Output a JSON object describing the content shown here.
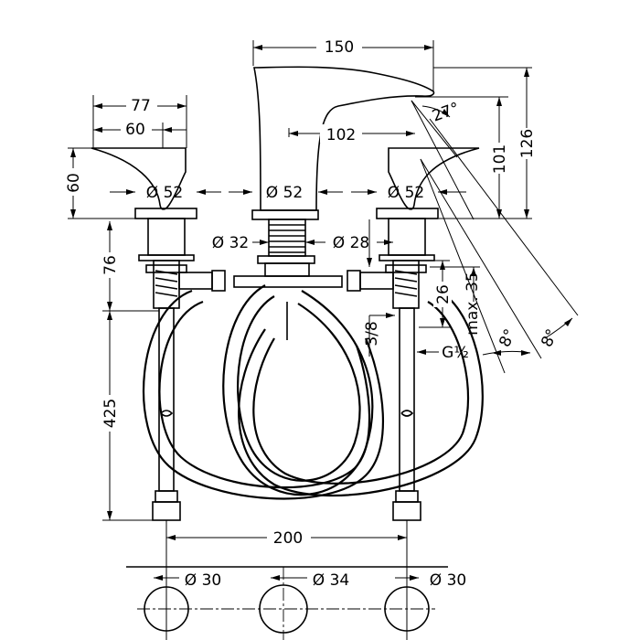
{
  "dimensions": {
    "spout_width": "150",
    "handle_length": "77",
    "handle_base": "60",
    "handle_height": "60",
    "spout_reach": "102",
    "spout_angle": "27°",
    "spout_height_outlet": "101",
    "spout_height_total": "126",
    "dia_left": "Ø 52",
    "dia_center": "Ø 52",
    "dia_right": "Ø 52",
    "dia_thread_spout": "Ø 32",
    "dia_thread_valve": "Ø 28",
    "valve_depth": "76",
    "thread_length": "26",
    "max_thickness": "max. 35",
    "connection_thread": "3/8",
    "supply_thread": "G½",
    "angle_left": "8°",
    "angle_right": "8°",
    "hose_length": "425",
    "spread": "200",
    "hole_left": "Ø 30",
    "hole_center": "Ø 34",
    "hole_right": "Ø 30"
  }
}
